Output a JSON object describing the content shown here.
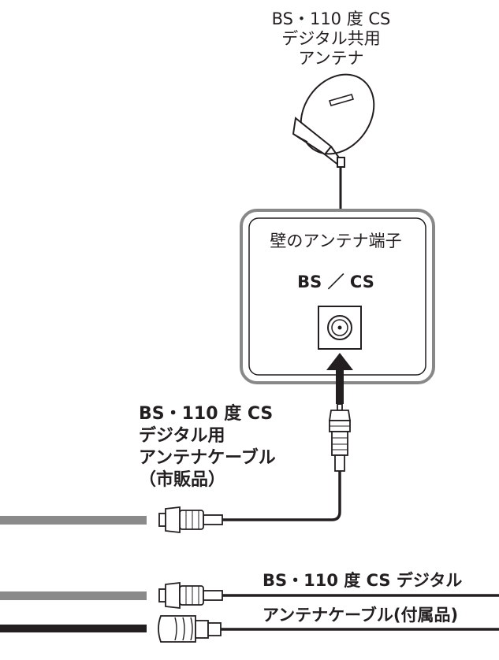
{
  "antenna": {
    "label_line1": "BS・110 度 CS",
    "label_line2": "デジタル共用",
    "label_line3": "アンテナ"
  },
  "wall_terminal": {
    "title": "壁のアンテナ端子",
    "port_label": "BS ／ CS"
  },
  "cable": {
    "label_line1": "BS・110 度 CS",
    "label_line2": "デジタル用",
    "label_line3": "アンテナケーブル",
    "label_line4": "（市販品）"
  },
  "connections": {
    "bs_digital_label": "BS・110 度 CS デジタル",
    "accessory_cable_label": "アンテナケーブル(付属品)"
  }
}
